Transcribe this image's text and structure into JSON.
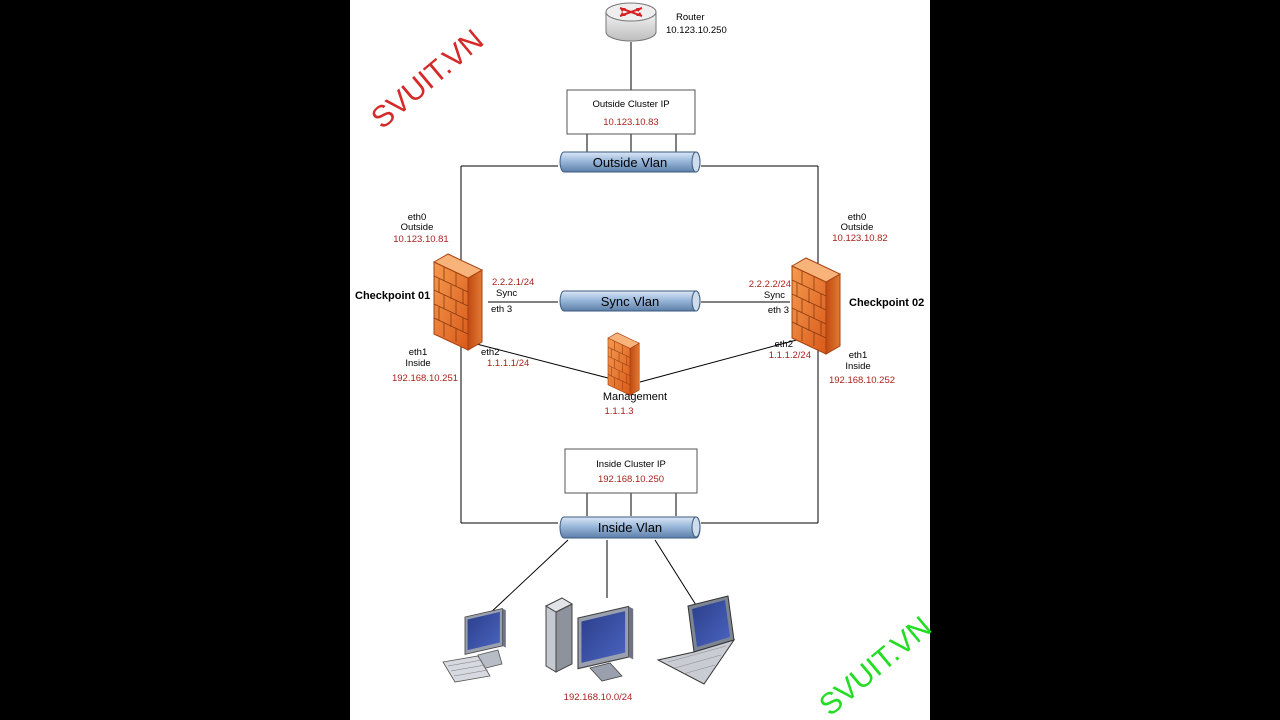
{
  "router": {
    "name": "Router",
    "ip": "10.123.10.250"
  },
  "outside_cluster": {
    "title": "Outside Cluster IP",
    "ip": "10.123.10.83"
  },
  "inside_cluster": {
    "title": "Inside Cluster IP",
    "ip": "192.168.10.250"
  },
  "vlans": {
    "outside": "Outside Vlan",
    "sync": "Sync Vlan",
    "inside": "Inside Vlan"
  },
  "checkpoint1": {
    "name": "Checkpoint 01",
    "eth0": {
      "port": "eth0",
      "role": "Outside",
      "ip": "10.123.10.81"
    },
    "sync": {
      "ip": "2.2.2.1/24",
      "role": "Sync",
      "port": "eth 3"
    },
    "eth2": {
      "port": "eth2",
      "ip": "1.1.1.1/24"
    },
    "eth1": {
      "port": "eth1",
      "role": "Inside",
      "ip": "192.168.10.251"
    }
  },
  "checkpoint2": {
    "name": "Checkpoint 02",
    "eth0": {
      "port": "eth0",
      "role": "Outside",
      "ip": "10.123.10.82"
    },
    "sync": {
      "ip": "2.2.2.2/24",
      "role": "Sync",
      "port": "eth 3"
    },
    "eth2": {
      "port": "eth2",
      "ip": "1.1.1.2/24"
    },
    "eth1": {
      "port": "eth1",
      "role": "Inside",
      "ip": "192.168.10.252"
    }
  },
  "management": {
    "name": "Management",
    "ip": "1.1.1.3"
  },
  "clients": {
    "subnet": "192.168.10.0/24"
  },
  "watermarks": {
    "top": "SVUIT.VN",
    "bottom": "SVUIT.VN"
  },
  "colors": {
    "ip_text": "#a8231c",
    "watermark_top": "#d42a2a",
    "watermark_bottom": "#22dd22",
    "vlan_pipe": "#8fb0d4",
    "firewall": "#e8742a"
  }
}
